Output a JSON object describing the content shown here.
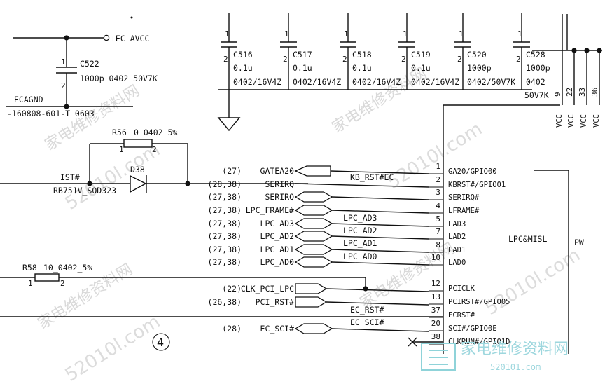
{
  "watermark": {
    "cn": "家电维修资料网",
    "site": "52010l.com",
    "badge_cn": "家电维修资料网",
    "badge_site": "520101.com"
  },
  "power": {
    "ec_avcc": "+EC_AVCC",
    "ecagnd": "ECAGND",
    "bead": "-160808-601-T_0603",
    "c522": {
      "ref": "C522",
      "value": "1000p_0402_50V7K",
      "pin1": "1",
      "pin2": "2"
    }
  },
  "caps": [
    {
      "ref": "C516",
      "value": "0.1u",
      "pkg": "0402/16V4Z",
      "pin1": "1",
      "pin2": "2"
    },
    {
      "ref": "C517",
      "value": "0.1u",
      "pkg": "0402/16V4Z",
      "pin1": "1",
      "pin2": "2"
    },
    {
      "ref": "C518",
      "value": "0.1u",
      "pkg": "0402/16V4Z",
      "pin1": "1",
      "pin2": "2"
    },
    {
      "ref": "C519",
      "value": "0.1u",
      "pkg": "0402/16V4Z",
      "pin1": "1",
      "pin2": "2"
    },
    {
      "ref": "C520",
      "value": "1000p",
      "pkg": "0402/50V7K",
      "pin1": "1",
      "pin2": "2"
    },
    {
      "ref": "C528",
      "value": "1000p",
      "pkg": "0402",
      "pkg2": "50V7K",
      "pin1": "1",
      "pin2": "2"
    }
  ],
  "vcc_pins": [
    {
      "num": "9",
      "name": "VCC"
    },
    {
      "num": "22",
      "name": "VCC"
    },
    {
      "num": "33",
      "name": "VCC"
    },
    {
      "num": "36",
      "name": "VCC"
    }
  ],
  "r56": {
    "ref": "R56",
    "value": "0_0402_5%",
    "pin1": "1",
    "pin2": "2"
  },
  "d38": {
    "ref": "D38",
    "part": "RB751V_SOD323",
    "net": "IST#"
  },
  "r58": {
    "ref": "R58",
    "value": "10_0402_5%",
    "pin1": "1",
    "pin2": "2"
  },
  "signals": [
    {
      "ref": "(27)",
      "name": "GATEA20"
    },
    {
      "ref": "(28,38)",
      "name": "SERIRQ"
    },
    {
      "ref": "(27,38)",
      "name": "SERIRQ"
    },
    {
      "ref": "(27,38)",
      "name": "LPC_FRAME#"
    },
    {
      "ref": "(27,38)",
      "name": "LPC_AD3"
    },
    {
      "ref": "(27,38)",
      "name": "LPC_AD2"
    },
    {
      "ref": "(27,38)",
      "name": "LPC_AD1"
    },
    {
      "ref": "(27,38)",
      "name": "LPC_AD0"
    },
    {
      "ref": "(22)",
      "name": "CLK_PCI_LPC"
    },
    {
      "ref": "(26,38)",
      "name": "PCI_RST#"
    },
    {
      "ref": "(28)",
      "name": "EC_SCI#"
    }
  ],
  "nets": {
    "kb_rst": "KB_RST#EC",
    "lpc_ad3": "LPC_AD3",
    "lpc_ad2": "LPC_AD2",
    "lpc_ad1": "LPC_AD1",
    "lpc_ad0": "LPC_AD0",
    "ec_rst": "EC_RST#",
    "ec_sci": "EC_SCI#"
  },
  "ic": {
    "block": "LPC&MISL",
    "side": "PW",
    "pins": [
      {
        "num": "1",
        "name": "GA20/GPIO00"
      },
      {
        "num": "2",
        "name": "KBRST#/GPIO01"
      },
      {
        "num": "3",
        "name": "SERIRQ#"
      },
      {
        "num": "4",
        "name": "LFRAME#"
      },
      {
        "num": "5",
        "name": "LAD3"
      },
      {
        "num": "7",
        "name": "LAD2"
      },
      {
        "num": "8",
        "name": "LAD1"
      },
      {
        "num": "10",
        "name": "LAD0"
      },
      {
        "num": "12",
        "name": "PCICLK"
      },
      {
        "num": "13",
        "name": "PCIRST#/GPIO05"
      },
      {
        "num": "37",
        "name": "ECRST#"
      },
      {
        "num": "20",
        "name": "SCI#/GPIO0E"
      },
      {
        "num": "38",
        "name": "CLKRUN#/GPIO1D"
      }
    ]
  },
  "section_marker": "④"
}
